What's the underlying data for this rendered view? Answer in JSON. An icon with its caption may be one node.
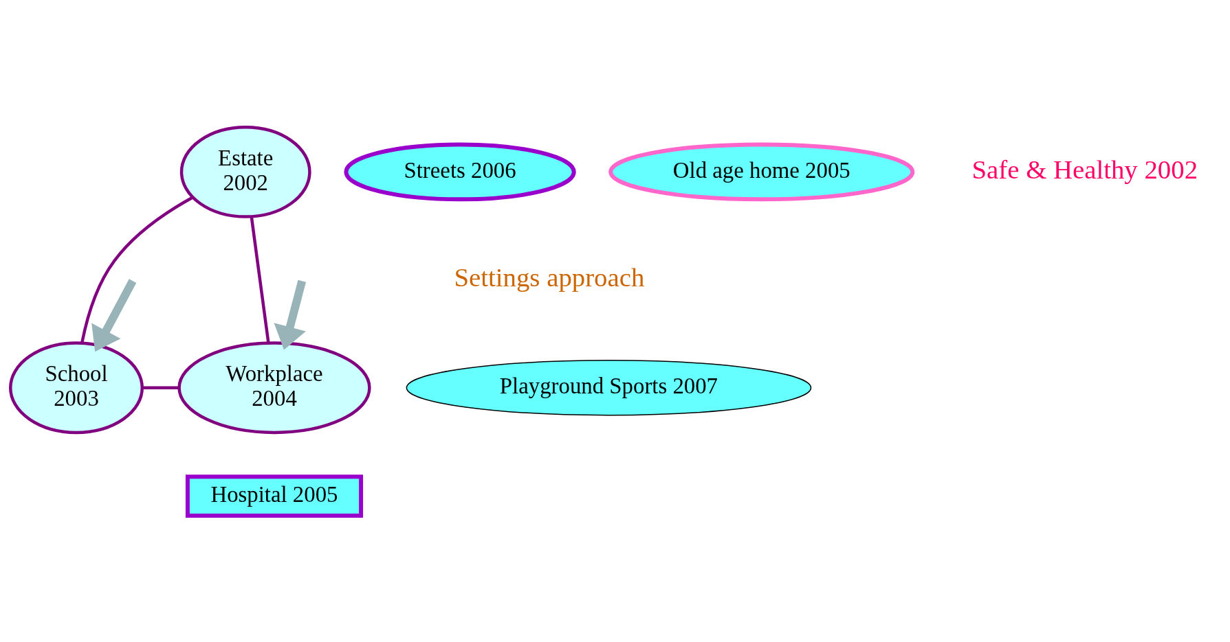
{
  "diagram": {
    "nodes": [
      {
        "text": [
          "Estate",
          "2002"
        ]
      },
      {
        "text": [
          "Streets 2006"
        ]
      },
      {
        "text": [
          "Old age home 2005"
        ]
      },
      {
        "text": [
          "School",
          "2003"
        ]
      },
      {
        "text": [
          "Playground Sports 2007"
        ]
      },
      {
        "text": [
          "Workplace",
          "2004"
        ]
      },
      {
        "text": [
          "Hospital 2005"
        ]
      }
    ],
    "edges": [
      {
        "from": 0,
        "to": 3,
        "arrow": "none"
      },
      {
        "from": 0,
        "to": 5,
        "arrow": "none"
      },
      {
        "from": 3,
        "to": 5,
        "arrow": "none"
      },
      {
        "from": null,
        "to": 3,
        "arrow": "to",
        "style": "thick",
        "color": "#99b4b8"
      },
      {
        "from": null,
        "to": 5,
        "arrow": "to",
        "style": "thick",
        "color": "#99b4b8"
      }
    ],
    "labels": [
      "Safe & Healthy 2002",
      "Settings approach"
    ]
  }
}
